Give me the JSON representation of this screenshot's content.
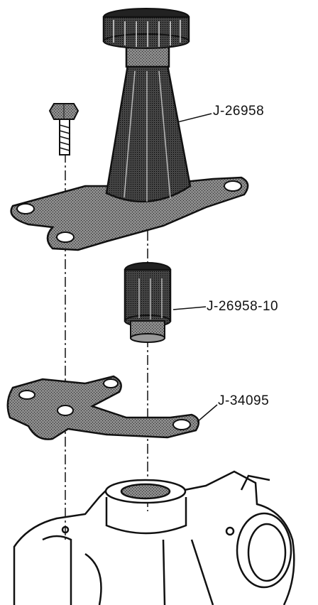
{
  "callouts": [
    {
      "id": "j-26958",
      "label": "J-26958"
    },
    {
      "id": "j-26958-10",
      "label": "J-26958-10"
    },
    {
      "id": "j-34095",
      "label": "J-34095"
    }
  ],
  "colors": {
    "ink": "#111111",
    "shade": "#6f6f6f",
    "paper": "#ffffff"
  },
  "parts": [
    "bolt-icon",
    "installer-tool-icon",
    "adapter-bushing-icon",
    "support-plate-icon",
    "housing-icon"
  ]
}
